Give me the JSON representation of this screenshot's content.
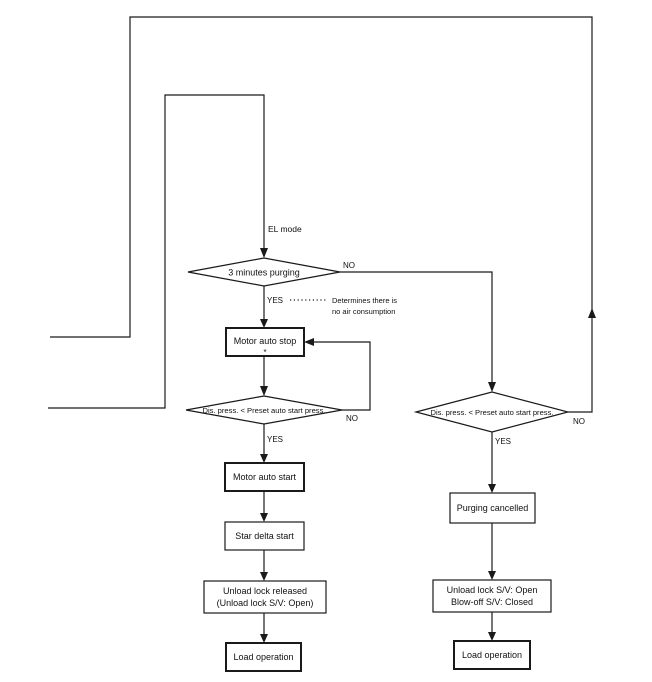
{
  "labels": {
    "el_mode": "EL mode",
    "yes": "YES",
    "no": "NO",
    "note_line1": "Determines there is",
    "note_line2": "no air consumption",
    "star": "*"
  },
  "nodes": {
    "purging_decision": "3 minutes purging",
    "motor_auto_stop": "Motor auto stop",
    "left_pressure_check": "Dis. press. < Preset auto start press.",
    "motor_auto_start": "Motor auto start",
    "star_delta_start": "Star delta start",
    "unload_lock_released_line1": "Unload lock released",
    "unload_lock_released_line2": "(Unload lock S/V: Open)",
    "left_load_operation": "Load operation",
    "right_pressure_check": "Dis. press. < Preset auto start press.",
    "purging_cancelled": "Purging cancelled",
    "unload_open_line1": "Unload lock S/V: Open",
    "unload_open_line2": "Blow-off S/V: Closed",
    "right_load_operation": "Load operation"
  }
}
